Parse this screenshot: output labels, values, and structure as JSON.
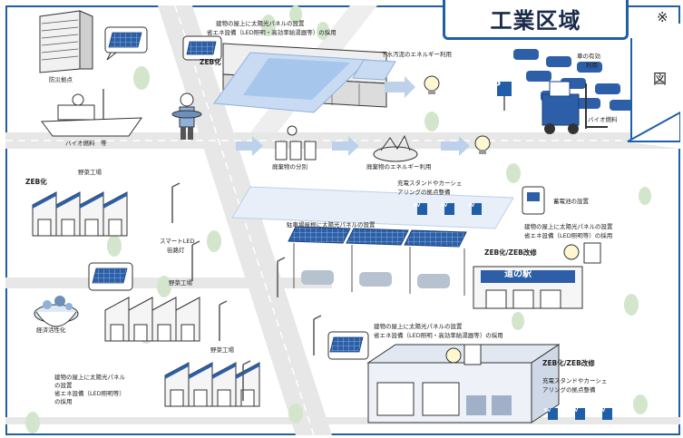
{
  "title": "工業区域",
  "side_glyphs": [
    "※",
    "図"
  ],
  "labels": {
    "bousai": "防災拠点",
    "zeb1": "ZEB化",
    "roof_top_1": "建物の屋上に太陽光パネルの設置",
    "roof_top_2": "省エネ設備（LED照明・高効率給湯器等）の採用",
    "sewage": "下水汚泥のエネルギー利用",
    "car_use_1": "車の有効",
    "car_use_2": "利用",
    "parking": "P",
    "biofuel_truck": "バイオ燃料",
    "biofuel_boat": "バイオ燃料　等",
    "waste_sort": "廃棄物の分別",
    "waste_energy": "廃棄物のエネルギー利用",
    "zeb2": "ZEB化",
    "veg_factory_1": "野菜工場",
    "smart_led_1": "スマートLED",
    "smart_led_2": "街路灯",
    "charge_1": "充電スタンドやカーシェ",
    "charge_2": "アリングの拠点整備",
    "battery": "蓄電池の設置",
    "roof_mid_1": "建物の屋上に太陽光パネルの設置",
    "roof_mid_2": "省エネ設備（LED照明等）の採用",
    "parking_roof": "駐車場屋根に太陽光パネルの設置",
    "zeb_ready_1": "ZEB化/ZEB改修",
    "michi_no_eki": "道の駅",
    "veg_factory_2": "野菜工場",
    "economy": "経済活性化",
    "roof_bot_1": "建物の屋上に太陽光パネルの設置",
    "roof_bot_2": "省エネ設備（LED照明・高効率給湯器等）の採用",
    "zeb_ready_2": "ZEB化/ZEB改修",
    "veg_factory_3": "野菜工場",
    "roof_left_1": "建物の屋上に太陽光パネル",
    "roof_left_2": "の設置",
    "roof_left_3": "省エネ設備（LED照明等）",
    "roof_left_4": "の採用",
    "charge_b1": "充電スタンドやカーシェ",
    "charge_b2": "アリングの拠点整備",
    "ev": "EV"
  },
  "colors": {
    "frame": "#1f5fa8",
    "road": "#e6e6e6",
    "building": "#f4f4f4",
    "outline": "#2a2a2a",
    "solar": "#2c5fa8",
    "tree": "#cfe3c8",
    "arrow": "#b8cce8",
    "accent_blue": "#3d7cc9"
  }
}
